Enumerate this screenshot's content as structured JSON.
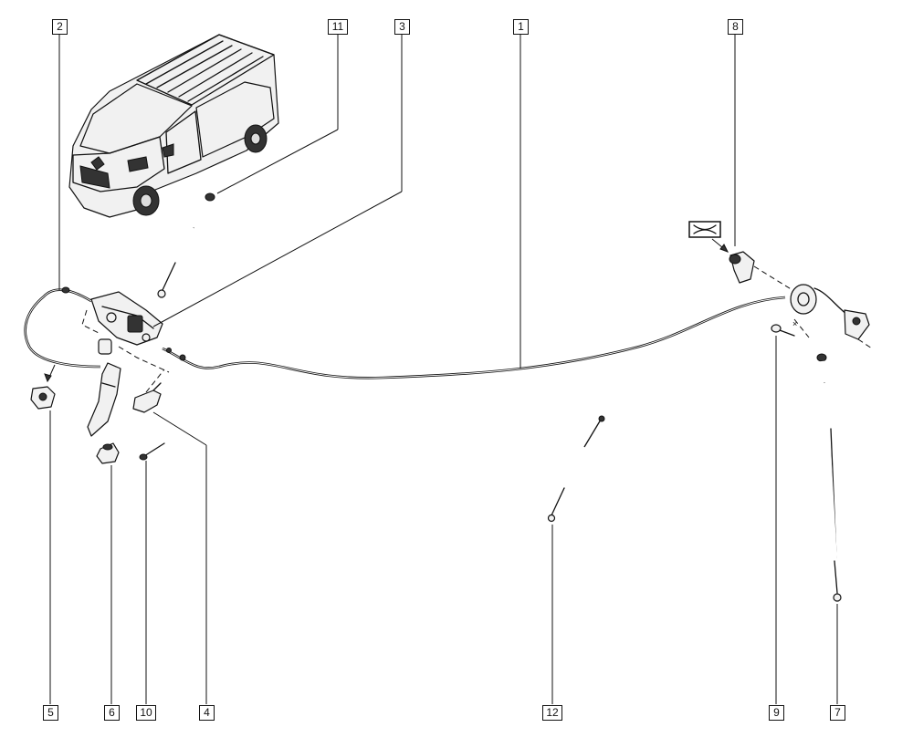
{
  "diagram": {
    "callouts": [
      {
        "id": "c2",
        "label": "2"
      },
      {
        "id": "c11",
        "label": "11"
      },
      {
        "id": "c3",
        "label": "3"
      },
      {
        "id": "c1",
        "label": "1"
      },
      {
        "id": "c8",
        "label": "8"
      },
      {
        "id": "c5",
        "label": "5"
      },
      {
        "id": "c6",
        "label": "6"
      },
      {
        "id": "c10",
        "label": "10"
      },
      {
        "id": "c4",
        "label": "4"
      },
      {
        "id": "c12",
        "label": "12"
      },
      {
        "id": "c9",
        "label": "9"
      },
      {
        "id": "c7",
        "label": "7"
      }
    ],
    "colors": {
      "line": "#111111",
      "background": "#ffffff"
    }
  }
}
